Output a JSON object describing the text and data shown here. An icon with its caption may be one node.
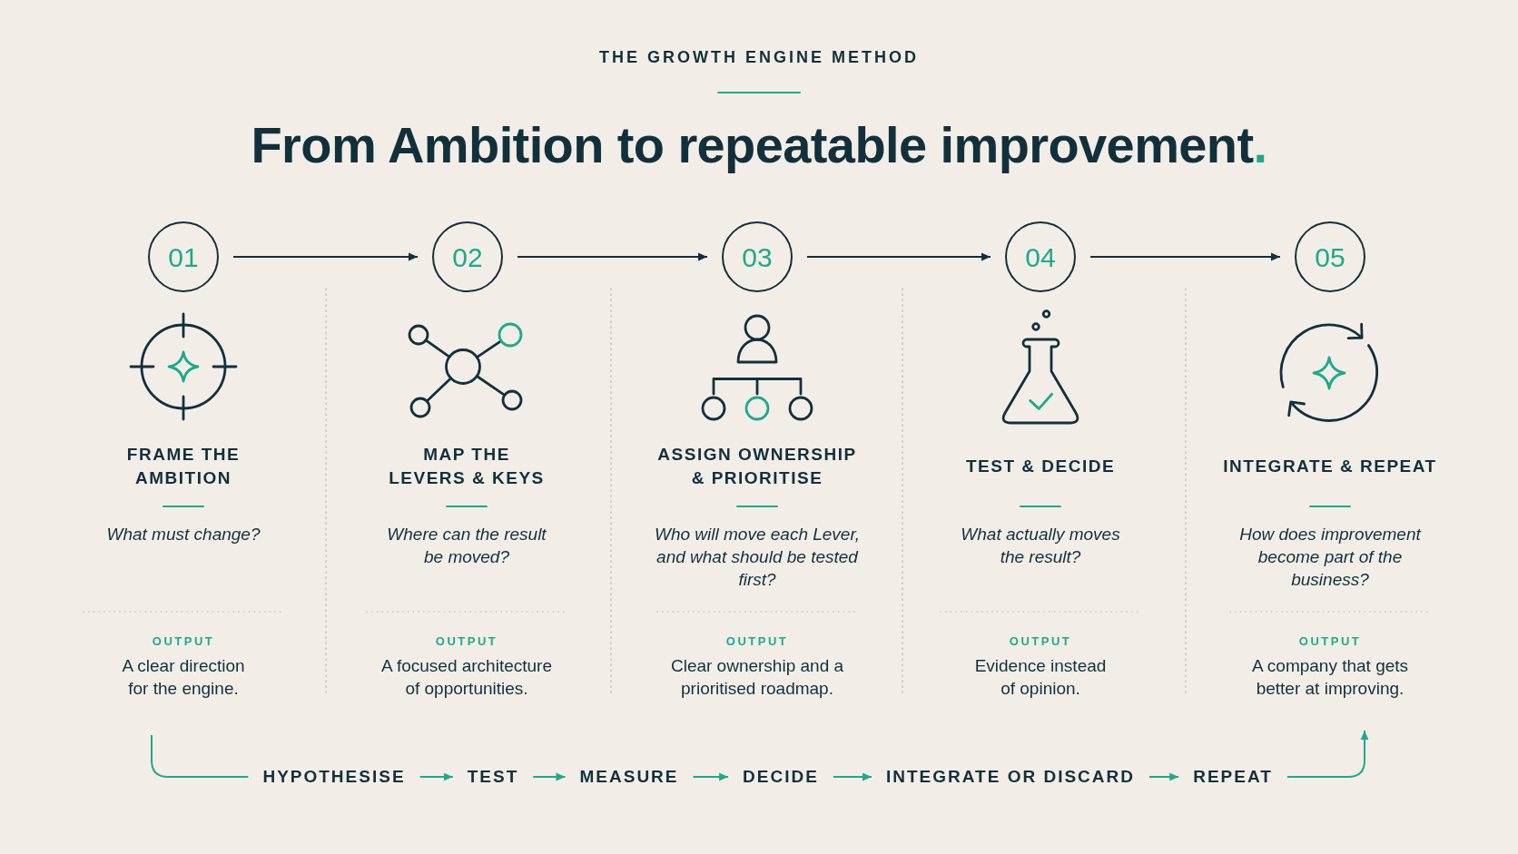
{
  "diagram": {
    "title": "From Ambition to repeatable improvement.",
    "nodes": [
      {
        "text": [
          "01"
        ],
        "beside": [
          "FRAME THE AMBITION",
          "What must change?",
          "OUTPUT",
          "A clear direction for the engine."
        ]
      },
      {
        "text": [
          "02"
        ],
        "beside": [
          "MAP THE LEVERS & KEYS",
          "Where can the result be moved?",
          "OUTPUT",
          "A focused architecture of opportunities."
        ]
      },
      {
        "text": [
          "03"
        ],
        "beside": [
          "ASSIGN OWNERSHIP & PRIORITISE",
          "Who will move each Lever, and what should be tested first?",
          "OUTPUT",
          "Clear ownership and a prioritised roadmap."
        ]
      },
      {
        "text": [
          "04"
        ],
        "beside": [
          "TEST & DECIDE",
          "What actually moves the result?",
          "OUTPUT",
          "Evidence instead of opinion."
        ]
      },
      {
        "text": [
          "05"
        ],
        "beside": [
          "INTEGRATE & REPEAT",
          "How does improvement become part of the business?",
          "OUTPUT",
          "A company that gets better at improving."
        ]
      },
      {
        "text": [
          "HYPOTHESISE"
        ]
      },
      {
        "text": [
          "TEST"
        ]
      },
      {
        "text": [
          "MEASURE"
        ]
      },
      {
        "text": [
          "DECIDE"
        ]
      },
      {
        "text": [
          "INTEGRATE OR DISCARD"
        ]
      },
      {
        "text": [
          "REPEAT"
        ]
      }
    ],
    "edges": [
      {
        "from": 0,
        "to": 1,
        "arrow": "to",
        "color": "#12303c"
      },
      {
        "from": 1,
        "to": 2,
        "arrow": "to",
        "color": "#12303c"
      },
      {
        "from": 2,
        "to": 3,
        "arrow": "to",
        "color": "#12303c"
      },
      {
        "from": 3,
        "to": 4,
        "arrow": "to",
        "color": "#12303c"
      },
      {
        "from": 5,
        "to": 6,
        "arrow": "to"
      },
      {
        "from": 6,
        "to": 7,
        "arrow": "to"
      },
      {
        "from": 7,
        "to": 8,
        "arrow": "to"
      },
      {
        "from": 8,
        "to": 9,
        "arrow": "to"
      },
      {
        "from": 9,
        "to": 10,
        "arrow": "to"
      },
      {
        "from": null,
        "to": 5,
        "arrow": "none"
      },
      {
        "from": 10,
        "to": 4,
        "arrow": "to"
      }
    ],
    "labels": [
      "THE GROWTH ENGINE METHOD"
    ]
  }
}
